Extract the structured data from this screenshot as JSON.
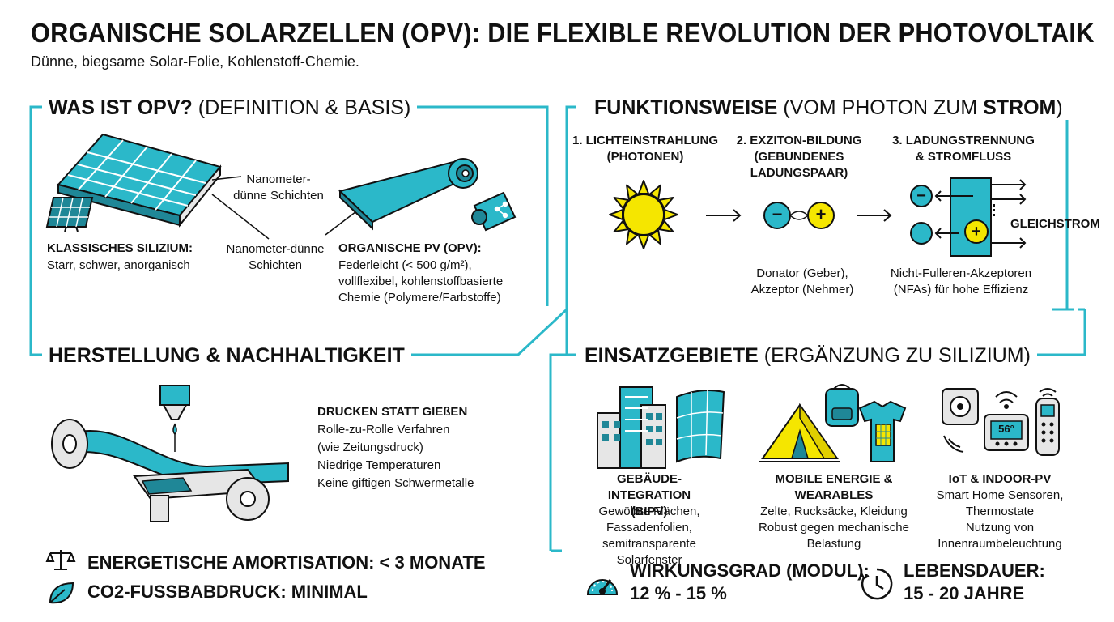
{
  "header": {
    "title": "ORGANISCHE SOLARZELLEN (OPV): DIE FLEXIBLE REVOLUTION DER PHOTOVOLTAIK",
    "subtitle": "Dünne, biegsame Solar-Folie, Kohlenstoff-Chemie."
  },
  "colors": {
    "teal": "#2bb8c9",
    "dark_teal": "#1f8797",
    "yellow": "#f5e600",
    "dark": "#111111"
  },
  "definition": {
    "title_bold": "WAS IST OPV?",
    "title_light": " (DEFINITION & BASIS)",
    "label_top": "Nanometer-\ndünne Schichten",
    "label_bottom": "Nanometer-dünne\nSchichten",
    "silicon_title": "KLASSISCHES SILIZIUM:",
    "silicon_text": "Starr, schwer, anorganisch",
    "opv_title": "ORGANISCHE PV (OPV):",
    "opv_text": "Federleicht (< 500 g/m²),\nvollflexibel, kohlenstoffbasierte\nChemie (Polymere/Farbstoffe)"
  },
  "function": {
    "title_bold": "FUNKTIONSWEISE",
    "title_light": " (VOM PHOTON ZUM ",
    "title_bold2": "STROM",
    "title_end": ")",
    "step1": "1. LICHTEINSTRAHLUNG\n(PHOTONEN)",
    "step2": "2. EXZITON-BILDUNG\n(GEBUNDENES\nLADUNGSPAAR)",
    "step3": "3. LADUNGSTRENNUNG\n& STROMFLUSS",
    "current_label": "GLEICHSTROM",
    "step2_text": "Donator (Geber),\nAkzeptor (Nehmer)",
    "step3_text": "Nicht-Fulleren-Akzeptoren\n(NFAs) für hohe Effizienz",
    "minus": "−",
    "plus": "+"
  },
  "manufacturing": {
    "title": "HERSTELLUNG & NACHHALTIGKEIT",
    "heading": "DRUCKEN STATT GIEßEN",
    "lines": [
      "Rolle-zu-Rolle Verfahren",
      "(wie Zeitungsdruck)",
      "Niedrige Temperaturen",
      "Keine giftigen Schwermetalle"
    ],
    "amortisation": "ENERGETISCHE AMORTISATION: < 3 MONATE",
    "footprint": "CO2-FUSSBABDRUCK: MINIMAL"
  },
  "applications": {
    "title_bold": "EINSATZGEBIETE",
    "title_light": " (ERGÄNZUNG ZU SILIZIUM)",
    "items": [
      {
        "title": "GEBÄUDE-INTEGRATION\n(BIPV)",
        "text": "Gewölbte Flächen,\nFassadenfolien,\nsemitransparente Solarfenster"
      },
      {
        "title": "MOBILE ENERGIE &\nWEARABLES",
        "text": "Zelte, Rucksäcke, Kleidung\nRobust gegen mechanische\nBelastung"
      },
      {
        "title": "IoT & INDOOR-PV",
        "text": "Smart Home Sensoren,\nThermostate\nNutzung von\nInnenraumbeleuchtung"
      }
    ],
    "thermostat_reading": "56°",
    "efficiency_label": "WIRKUNGSGRAD (MODUL):",
    "efficiency_value": "12 % - 15 %",
    "lifetime_label": "LEBENSDAUER:",
    "lifetime_value": "15 - 20 JAHRE"
  }
}
